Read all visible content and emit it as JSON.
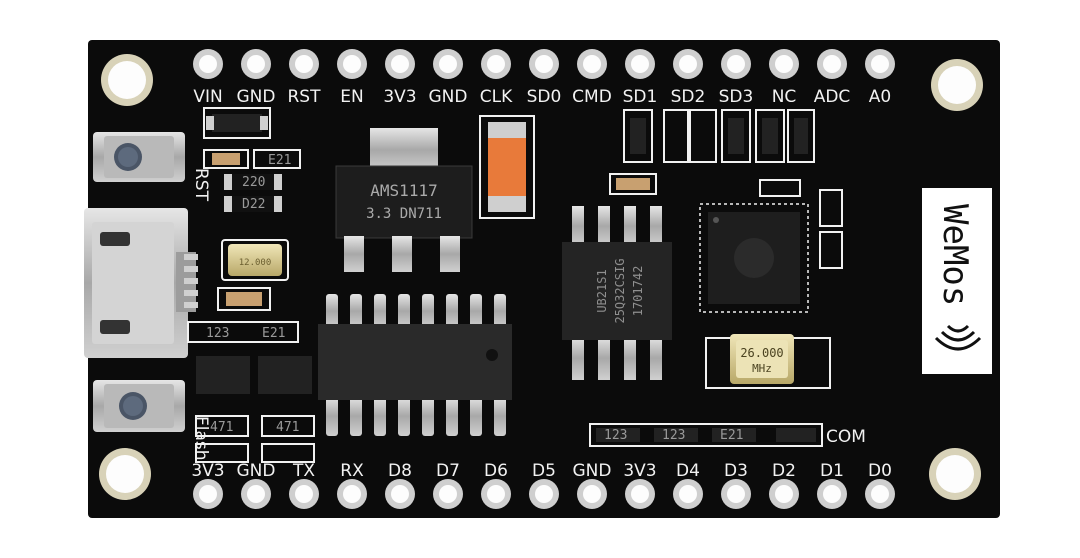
{
  "board": {
    "top_pins": [
      "VIN",
      "GND",
      "RST",
      "EN",
      "3V3",
      "GND",
      "CLK",
      "SD0",
      "CMD",
      "SD1",
      "SD2",
      "SD3",
      "NC",
      "ADC",
      "A0"
    ],
    "bottom_pins": [
      "3V3",
      "GND",
      "TX",
      "RX",
      "D8",
      "D7",
      "D6",
      "D5",
      "GND",
      "3V3",
      "D4",
      "D3",
      "D2",
      "D1",
      "D0"
    ],
    "rst_label": "RST",
    "flash_label": "Flash",
    "com_label": "COM",
    "brand_text": "WeMos",
    "regulator": {
      "line1": "AMS1117",
      "line2": "3.3  DN711"
    },
    "crystal": {
      "line1": "26.000",
      "line2": "MHz"
    },
    "small_crystal": "12.000",
    "flash_chip": [
      "UB21S1",
      "25Q32CSIG",
      "1701742"
    ],
    "resistor_codes": [
      "220",
      "D22",
      "E21",
      "123",
      "E21",
      "471",
      "471",
      "123",
      "123",
      "E21"
    ],
    "colors": {
      "pcb": "#0b0b0b",
      "silkscreen": "#f2f2f2",
      "pad": "#cfcfcf",
      "hole": "#fdfdfd",
      "mount_ring": "#d8d2b8",
      "led": "#e87a3a"
    }
  }
}
